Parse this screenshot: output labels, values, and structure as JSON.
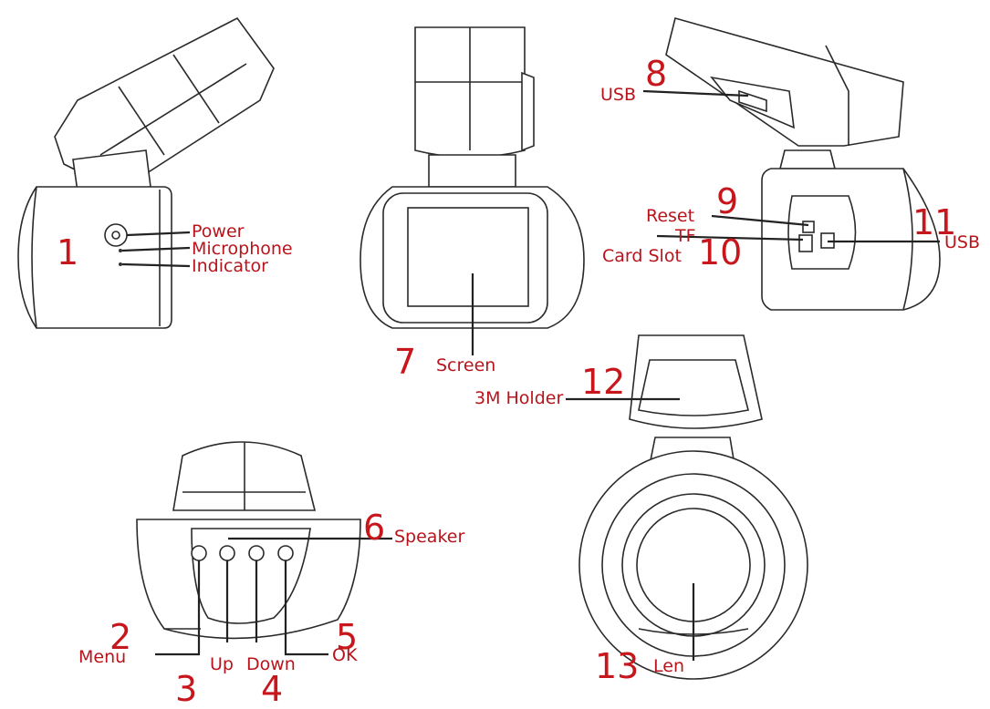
{
  "callouts": {
    "c1": {
      "number": "1",
      "labels": [
        "Power",
        "Microphone",
        "Indicator"
      ]
    },
    "c2": {
      "number": "2",
      "label": "Menu"
    },
    "c3": {
      "number": "3",
      "label": "Up"
    },
    "c4": {
      "number": "4",
      "label": "Down"
    },
    "c5": {
      "number": "5",
      "label": "OK"
    },
    "c6": {
      "number": "6",
      "label": "Speaker"
    },
    "c7": {
      "number": "7",
      "label": "Screen"
    },
    "c8": {
      "number": "8",
      "label": "USB"
    },
    "c9": {
      "number": "9",
      "label": "Reset"
    },
    "c10": {
      "number": "10",
      "labels": [
        "TF",
        "Card Slot"
      ]
    },
    "c11": {
      "number": "11",
      "label": "USB"
    },
    "c12": {
      "number": "12",
      "label": "3M Holder"
    },
    "c13": {
      "number": "13",
      "label": "Len"
    }
  },
  "colors": {
    "callout": "#c8161d",
    "line": "#222222"
  }
}
